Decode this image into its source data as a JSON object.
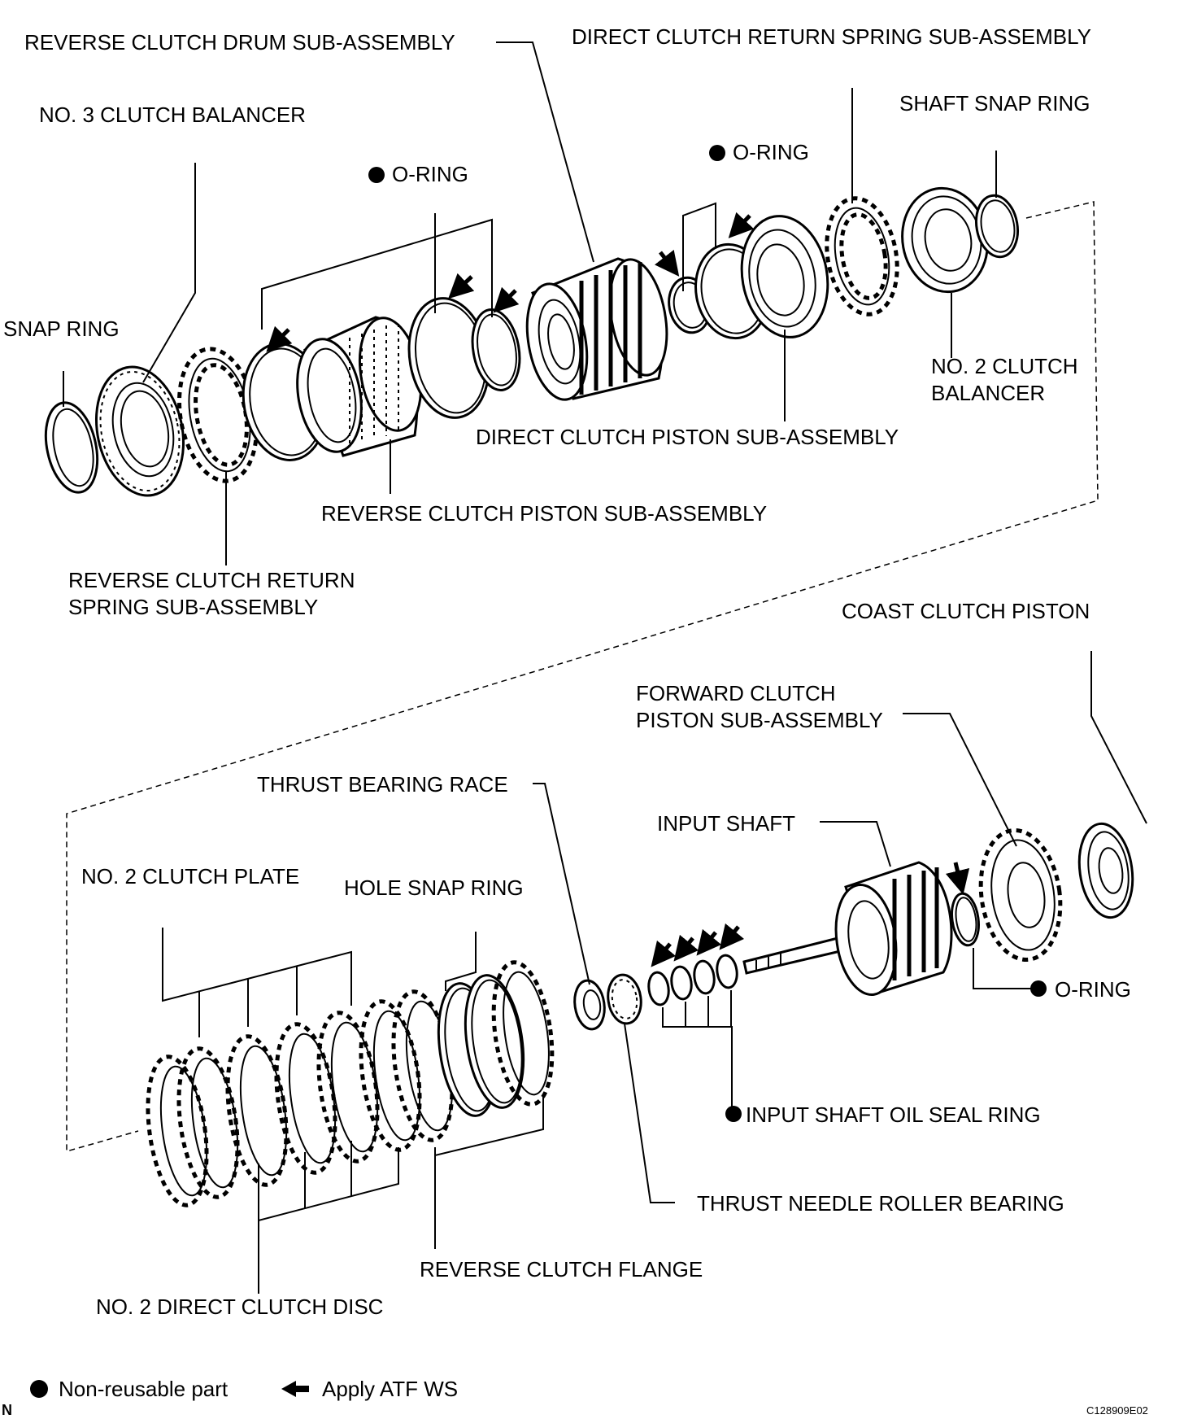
{
  "labels": {
    "reverse_clutch_drum": "REVERSE CLUTCH DRUM SUB-ASSEMBLY",
    "direct_clutch_return_spring": "DIRECT CLUTCH RETURN SPRING SUB-ASSEMBLY",
    "shaft_snap_ring": "SHAFT SNAP RING",
    "no3_clutch_balancer": "NO. 3 CLUTCH BALANCER",
    "o_ring": "O-RING",
    "snap_ring": "SNAP RING",
    "no2_clutch_balancer_line1": "NO. 2 CLUTCH",
    "no2_clutch_balancer_line2": "BALANCER",
    "direct_clutch_piston": "DIRECT CLUTCH PISTON SUB-ASSEMBLY",
    "reverse_clutch_piston": "REVERSE CLUTCH PISTON SUB-ASSEMBLY",
    "reverse_clutch_return_spring_line1": "REVERSE CLUTCH RETURN",
    "reverse_clutch_return_spring_line2": "SPRING SUB-ASSEMBLY",
    "coast_clutch_piston": "COAST CLUTCH PISTON",
    "forward_clutch_piston_line1": "FORWARD CLUTCH",
    "forward_clutch_piston_line2": "PISTON SUB-ASSEMBLY",
    "thrust_bearing_race": "THRUST BEARING RACE",
    "input_shaft": "INPUT SHAFT",
    "no2_clutch_plate": "NO. 2 CLUTCH PLATE",
    "hole_snap_ring": "HOLE SNAP RING",
    "input_shaft_oil_seal_ring": "INPUT SHAFT OIL SEAL RING",
    "thrust_needle_roller_bearing": "THRUST NEEDLE ROLLER BEARING",
    "reverse_clutch_flange": "REVERSE CLUTCH FLANGE",
    "no2_direct_clutch_disc": "NO. 2 DIRECT CLUTCH DISC"
  },
  "legend": {
    "non_reusable": "Non-reusable part",
    "apply_atf": "Apply ATF WS"
  },
  "corner_left": "N",
  "figure_code": "C128909E02",
  "colors": {
    "ink": "#000000",
    "paper": "#ffffff"
  }
}
